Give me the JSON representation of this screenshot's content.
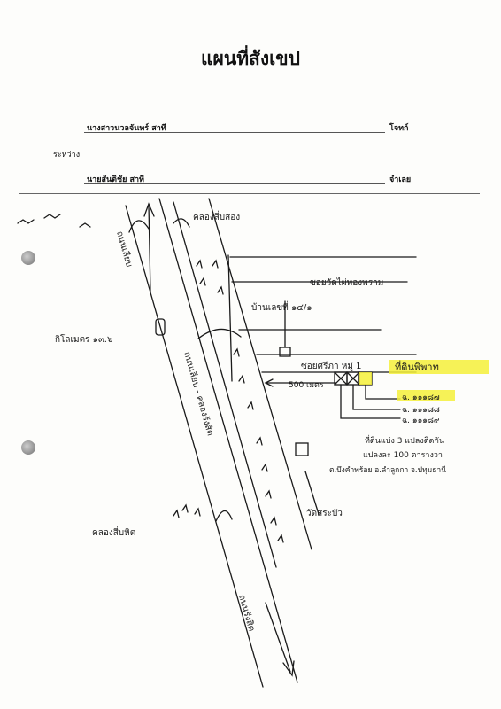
{
  "document": {
    "title": "แผนที่สังเขป",
    "plaintiff_name": "นางสาวนวลจันทร์ สาที",
    "plaintiff_role": "โจทก์",
    "between_label": "ระหว่าง",
    "defendant_name": "นายสันติชัย สาที",
    "defendant_role": "จำเลย"
  },
  "map": {
    "canal_top_right": "คลองสี่บสอง",
    "canal_bottom_left": "คลองสี่บหิต",
    "road_vertical_1": "ถนนเลียบ",
    "road_vertical_2": "ถนนเลียบ - คลองรังสิต",
    "road_bottom": "ถนนรังสิต",
    "km_marker": "กิโลเมตร ๑๓.๖",
    "soi_top": "ซอยวัดไผ่ทองพราม",
    "house_label": "บ้านเลขที่ ๑๔/๑",
    "soi_middle": "ซอยศรีภา หมู่ 1",
    "distance_label": "500 เมตร",
    "land_title": "ที่ดินพิพาท",
    "deed_1": "ฉ. ๑๑๑๘๗",
    "deed_2": "ฉ. ๑๑๑๘๘",
    "deed_3": "ฉ. ๑๑๑๘๙",
    "note_line_1": "ที่ดินแบ่ง 3 แปลงติดกัน",
    "note_line_2": "แปลงละ 100 ตารางวา",
    "note_line_3": "ต.บึงคำพร้อย อ.ลำลูกกา จ.ปทุมธานี",
    "temple_label": "วัดสระบัว",
    "highlight_color": "#f5f03a",
    "ink_color": "#1a1a1a"
  }
}
